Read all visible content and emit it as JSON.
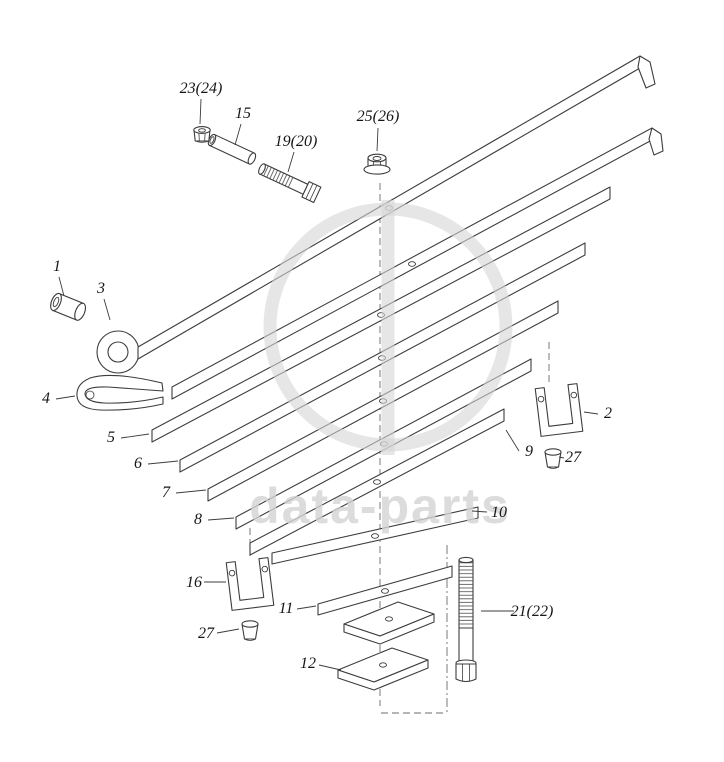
{
  "diagram": {
    "background": "#ffffff",
    "line_color": "#3d3d3d",
    "watermark": {
      "text": "data-parts",
      "text_color": "#d4d4d4",
      "logo_color": "#d6d6d6"
    },
    "labels": [
      {
        "id": "part-23-24",
        "text": "23(24)"
      },
      {
        "id": "part-15",
        "text": "15"
      },
      {
        "id": "part-19-20",
        "text": "19(20)"
      },
      {
        "id": "part-25-26",
        "text": "25(26)"
      },
      {
        "id": "part-1",
        "text": "1"
      },
      {
        "id": "part-3",
        "text": "3"
      },
      {
        "id": "part-4",
        "text": "4"
      },
      {
        "id": "part-5",
        "text": "5"
      },
      {
        "id": "part-6",
        "text": "6"
      },
      {
        "id": "part-7",
        "text": "7"
      },
      {
        "id": "part-8",
        "text": "8"
      },
      {
        "id": "part-2",
        "text": "2"
      },
      {
        "id": "part-9",
        "text": "9"
      },
      {
        "id": "part-27-right",
        "text": "27"
      },
      {
        "id": "part-10",
        "text": "10"
      },
      {
        "id": "part-16",
        "text": "16"
      },
      {
        "id": "part-27-left",
        "text": "27"
      },
      {
        "id": "part-11",
        "text": "11"
      },
      {
        "id": "part-12",
        "text": "12"
      },
      {
        "id": "part-21-22",
        "text": "21(22)"
      }
    ]
  }
}
